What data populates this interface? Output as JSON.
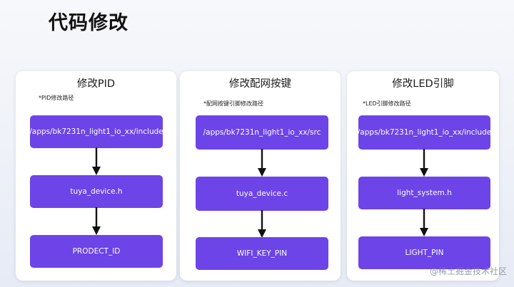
{
  "page": {
    "title": "代码修改"
  },
  "columns": [
    {
      "title": "修改PID",
      "note": "*PID修改路径",
      "steps": [
        "/apps/bk7231n_light1_io_xx/include",
        "tuya_device.h",
        "PRODECT_ID"
      ]
    },
    {
      "title": "修改配网按键",
      "note": "*配网按键引脚修改路径",
      "steps": [
        "/apps/bk7231n_light1_io_xx/src",
        "tuya_device.c",
        "WIFI_KEY_PIN"
      ]
    },
    {
      "title": "修改LED引脚",
      "note": "*LED引脚修改路径",
      "steps": [
        "/apps/bk7231n_light1_io_xx/include",
        "light_system.h",
        "LIGHT_PIN"
      ]
    }
  ],
  "watermark": "@稀土掘金技术社区",
  "colors": {
    "box": "#6c44e8",
    "arrow": "#111111",
    "card": "#ffffff"
  },
  "icons": {
    "connector": "arrow-down-icon"
  }
}
